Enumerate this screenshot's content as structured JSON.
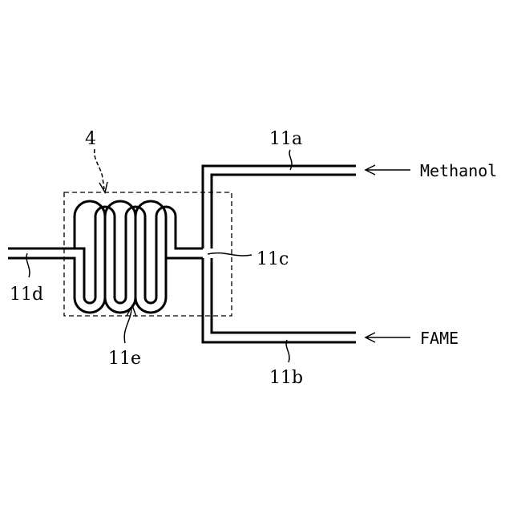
{
  "labels": {
    "region": "4",
    "pipe_a": "11a",
    "pipe_b": "11b",
    "pipe_c": "11c",
    "pipe_d": "11d",
    "pipe_e": "11e"
  },
  "inputs": {
    "top": "Methanol",
    "bottom": "FAME"
  },
  "colors": {
    "line": "#000000",
    "background": "#ffffff"
  }
}
